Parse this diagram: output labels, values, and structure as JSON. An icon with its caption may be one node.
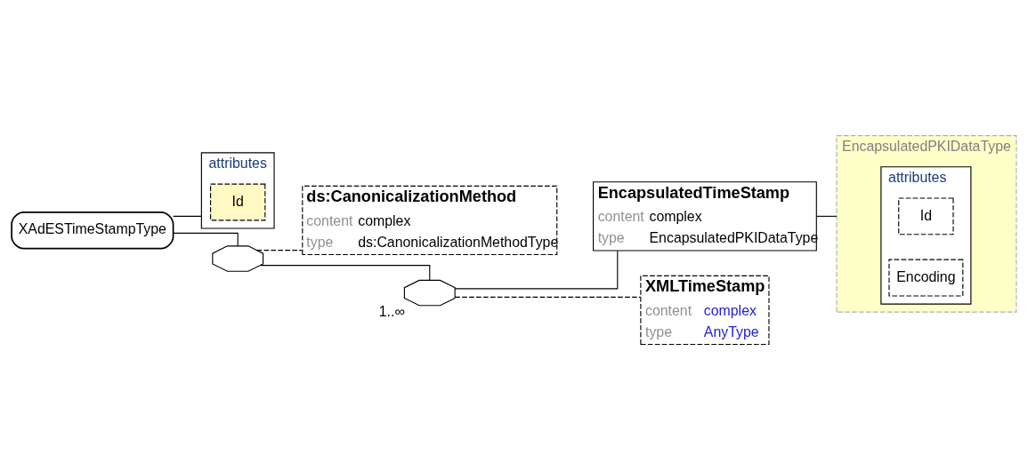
{
  "diagram": {
    "nodes": [
      {
        "text": [
          "XAdESTimeStampType"
        ]
      },
      {
        "text": [
          "attributes"
        ]
      },
      {
        "text": [
          "Id"
        ],
        "in": 1
      },
      {
        "text": [],
        "shape": "octagon"
      },
      {
        "text": [
          "ds:CanonicalizationMethod",
          "content",
          "complex",
          "type",
          "ds:CanonicalizationMethodType"
        ]
      },
      {
        "text": [],
        "shape": "octagon",
        "beside": [
          "1..∞"
        ]
      },
      {
        "text": [
          "EncapsulatedTimeStamp",
          "content",
          "complex",
          "type",
          "EncapsulatedPKIDataType"
        ]
      },
      {
        "text": [
          "EncapsulatedPKIDataType"
        ]
      },
      {
        "text": [
          "attributes"
        ],
        "in": 7
      },
      {
        "text": [
          "Id"
        ],
        "in": 8
      },
      {
        "text": [
          "Encoding"
        ],
        "in": 8
      },
      {
        "text": [
          "XMLTimeStamp",
          "content",
          "complex",
          "type",
          "AnyType"
        ]
      }
    ],
    "edges": [
      {
        "from": 0,
        "to": 1,
        "arrow": "none"
      },
      {
        "from": 0,
        "to": 3,
        "arrow": "none"
      },
      {
        "from": 3,
        "to": 4,
        "arrow": "none",
        "style": "dashed"
      },
      {
        "from": 3,
        "to": 5,
        "arrow": "none"
      },
      {
        "from": 5,
        "to": 6,
        "arrow": "none"
      },
      {
        "from": 5,
        "to": 11,
        "arrow": "none",
        "style": "dashed"
      },
      {
        "from": 6,
        "to": 7,
        "arrow": "none"
      }
    ]
  }
}
